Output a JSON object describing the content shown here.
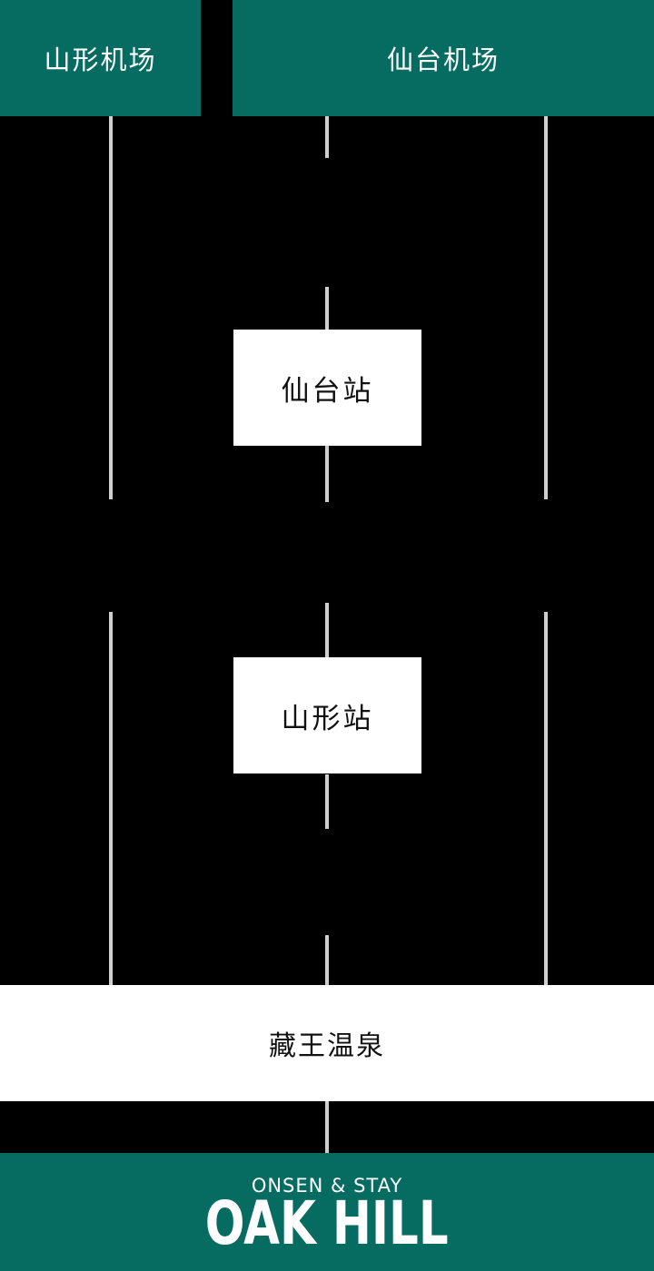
{
  "theme": {
    "accent": "#066c62",
    "background": "#000000",
    "route_line": "#cfcfcf",
    "node_bg": "#ffffff",
    "node_text": "#111111",
    "header_text": "#ffffff"
  },
  "nodes": {
    "yamagata_airport": {
      "label": "山形机场"
    },
    "sendai_airport": {
      "label": "仙台机场"
    },
    "sendai_station": {
      "label": "仙台站"
    },
    "yamagata_station": {
      "label": "山形站"
    },
    "zao_onsen": {
      "label": "藏王温泉"
    }
  },
  "footer": {
    "tagline": "ONSEN & STAY",
    "brand": "OAK HILL"
  }
}
